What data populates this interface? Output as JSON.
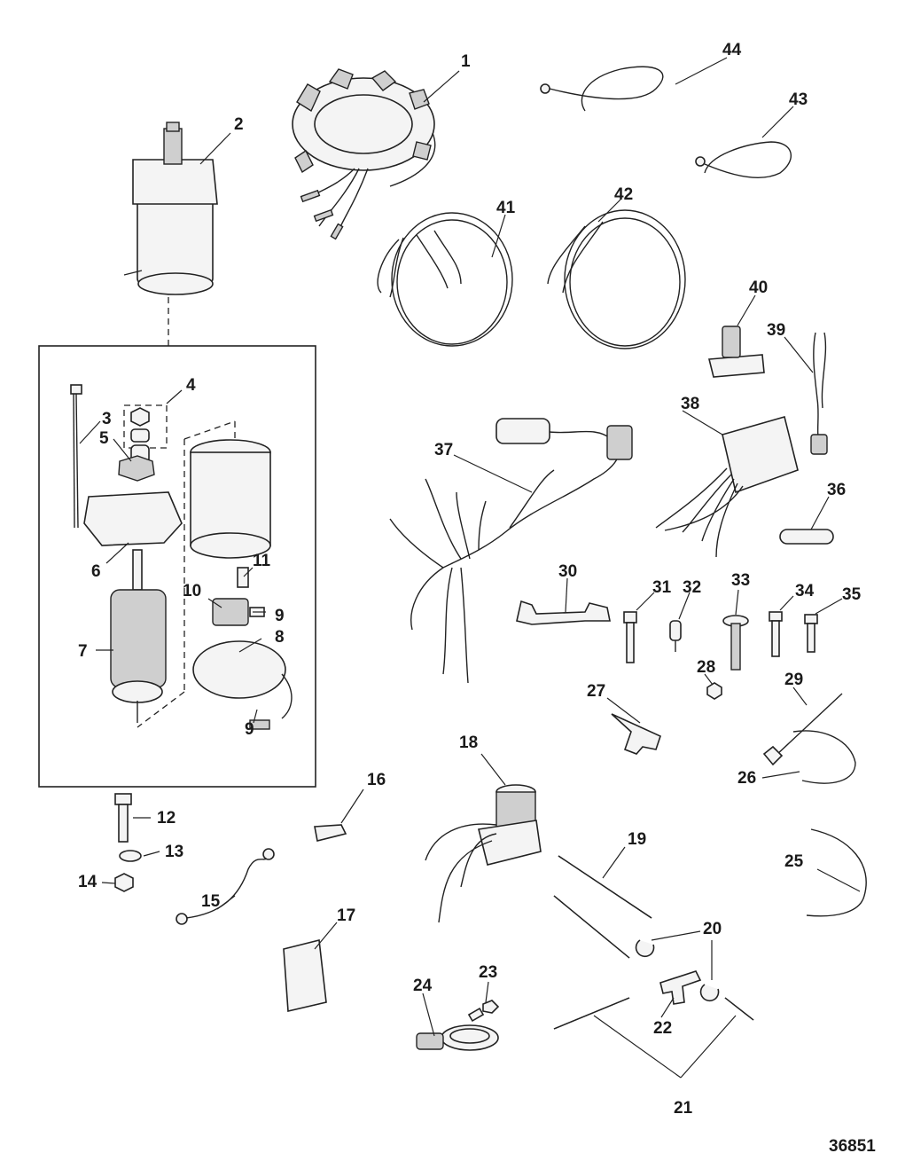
{
  "figure_number": "36851",
  "callouts": [
    {
      "id": "c1",
      "text": "1"
    },
    {
      "id": "c2",
      "text": "2"
    },
    {
      "id": "c3",
      "text": "3"
    },
    {
      "id": "c4",
      "text": "4"
    },
    {
      "id": "c5",
      "text": "5"
    },
    {
      "id": "c6",
      "text": "6"
    },
    {
      "id": "c7",
      "text": "7"
    },
    {
      "id": "c8",
      "text": "8"
    },
    {
      "id": "c9a",
      "text": "9"
    },
    {
      "id": "c9b",
      "text": "9"
    },
    {
      "id": "c10",
      "text": "10"
    },
    {
      "id": "c11",
      "text": "11"
    },
    {
      "id": "c12",
      "text": "12"
    },
    {
      "id": "c13",
      "text": "13"
    },
    {
      "id": "c14",
      "text": "14"
    },
    {
      "id": "c15",
      "text": "15"
    },
    {
      "id": "c16",
      "text": "16"
    },
    {
      "id": "c17",
      "text": "17"
    },
    {
      "id": "c18",
      "text": "18"
    },
    {
      "id": "c19",
      "text": "19"
    },
    {
      "id": "c20",
      "text": "20"
    },
    {
      "id": "c21",
      "text": "21"
    },
    {
      "id": "c22",
      "text": "22"
    },
    {
      "id": "c23",
      "text": "23"
    },
    {
      "id": "c24",
      "text": "24"
    },
    {
      "id": "c25",
      "text": "25"
    },
    {
      "id": "c26",
      "text": "26"
    },
    {
      "id": "c27",
      "text": "27"
    },
    {
      "id": "c28",
      "text": "28"
    },
    {
      "id": "c29",
      "text": "29"
    },
    {
      "id": "c30",
      "text": "30"
    },
    {
      "id": "c31",
      "text": "31"
    },
    {
      "id": "c32",
      "text": "32"
    },
    {
      "id": "c33",
      "text": "33"
    },
    {
      "id": "c34",
      "text": "34"
    },
    {
      "id": "c35",
      "text": "35"
    },
    {
      "id": "c36",
      "text": "36"
    },
    {
      "id": "c37",
      "text": "37"
    },
    {
      "id": "c38",
      "text": "38"
    },
    {
      "id": "c39",
      "text": "39"
    },
    {
      "id": "c40",
      "text": "40"
    },
    {
      "id": "c41",
      "text": "41"
    },
    {
      "id": "c42",
      "text": "42"
    },
    {
      "id": "c43",
      "text": "43"
    },
    {
      "id": "c44",
      "text": "44"
    }
  ]
}
